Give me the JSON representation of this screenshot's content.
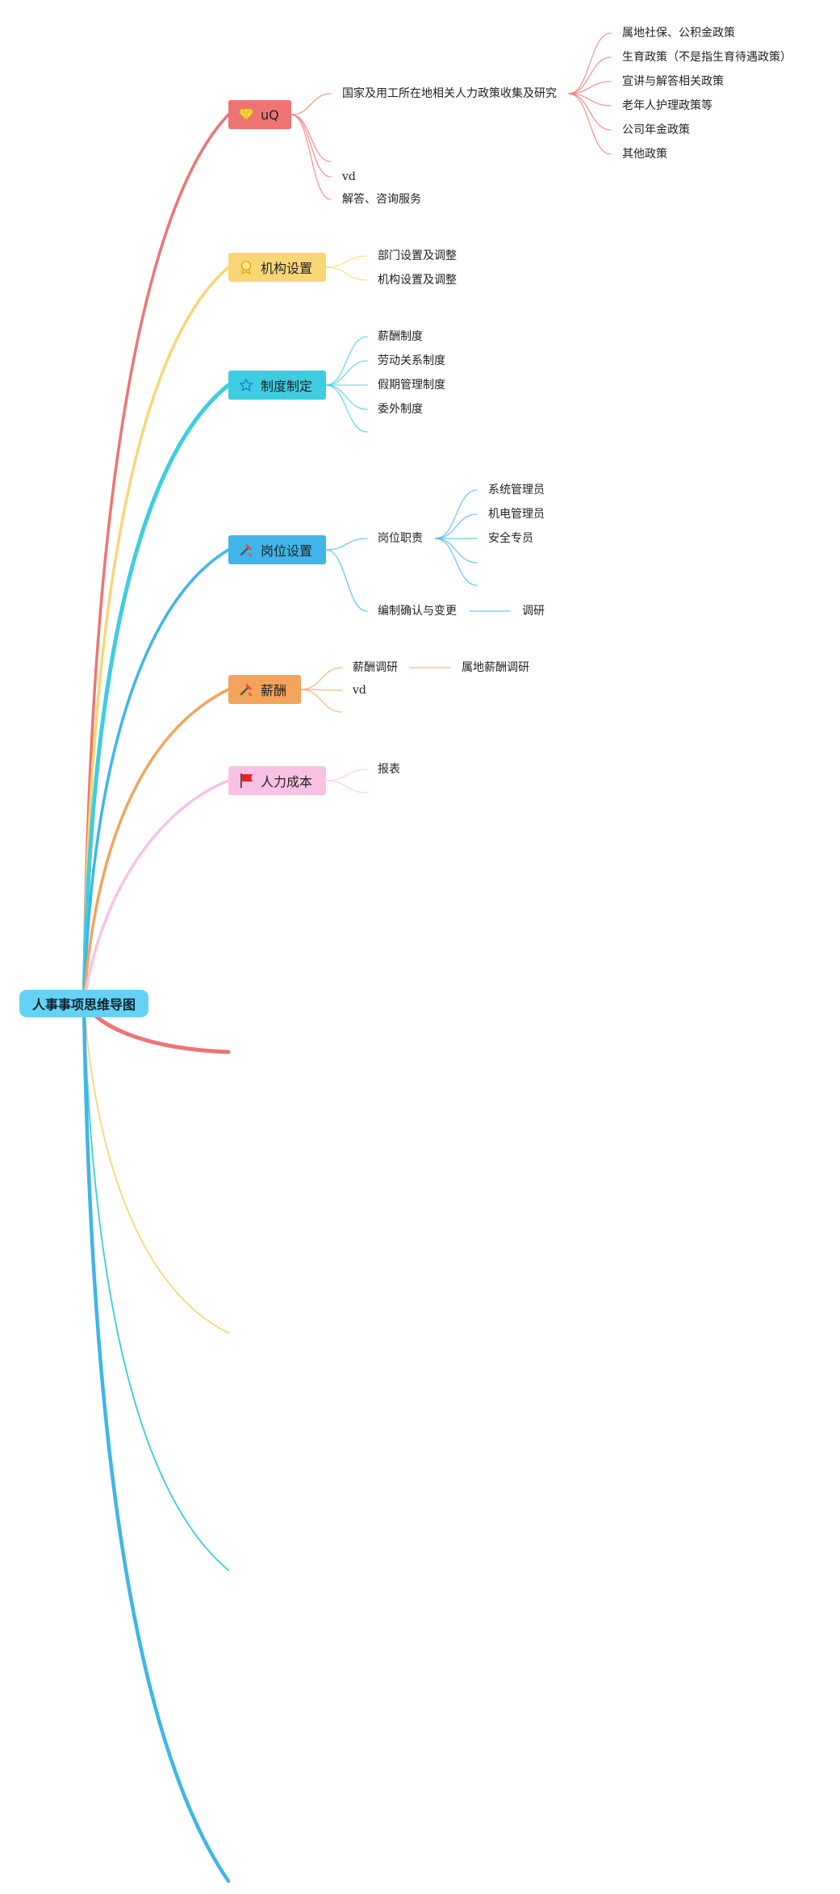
{
  "root": {
    "label": "人事事项思维导图"
  },
  "colors": {
    "red": "#ee7474",
    "yellow": "#f8d676",
    "cyan": "#3ecde0",
    "blue": "#3fb5ea",
    "orange": "#f3a45a",
    "pink": "#f9c2e4"
  },
  "branches": [
    {
      "label": "uQ",
      "icon": "gem-icon",
      "children": [
        {
          "label": "国家及用工所在地相关人力政策收集及研究",
          "children": [
            "属地社保、公积金政策",
            "生育政策（不是指生育待遇政策）",
            "宣讲与解答相关政策",
            "老年人护理政策等",
            "公司年金政策",
            "其他政策"
          ]
        },
        {
          "label": ""
        },
        {
          "label": "vd"
        },
        {
          "label": "解答、咨询服务"
        }
      ]
    },
    {
      "label": "机构设置",
      "icon": "award-icon",
      "children": [
        {
          "label": "部门设置及调整"
        },
        {
          "label": "机构设置及调整"
        }
      ]
    },
    {
      "label": "制度制定",
      "icon": "star-icon",
      "children": [
        {
          "label": "薪酬制度"
        },
        {
          "label": "劳动关系制度"
        },
        {
          "label": "假期管理制度"
        },
        {
          "label": "委外制度"
        },
        {
          "label": ""
        }
      ]
    },
    {
      "label": "岗位设置",
      "icon": "tools-icon",
      "children": [
        {
          "label": "岗位职责",
          "children": [
            "系统管理员",
            "机电管理员",
            "安全专员",
            "",
            ""
          ]
        },
        {
          "label": "编制确认与变更",
          "children": [
            "调研"
          ]
        }
      ]
    },
    {
      "label": "薪酬",
      "icon": "tools-icon",
      "children": [
        {
          "label": "薪酬调研",
          "children": [
            "属地薪酬调研"
          ]
        },
        {
          "label": "vd"
        },
        {
          "label": ""
        }
      ]
    },
    {
      "label": "人力成本",
      "icon": "flag-icon",
      "children": [
        {
          "label": "报表"
        },
        {
          "label": ""
        }
      ]
    }
  ]
}
